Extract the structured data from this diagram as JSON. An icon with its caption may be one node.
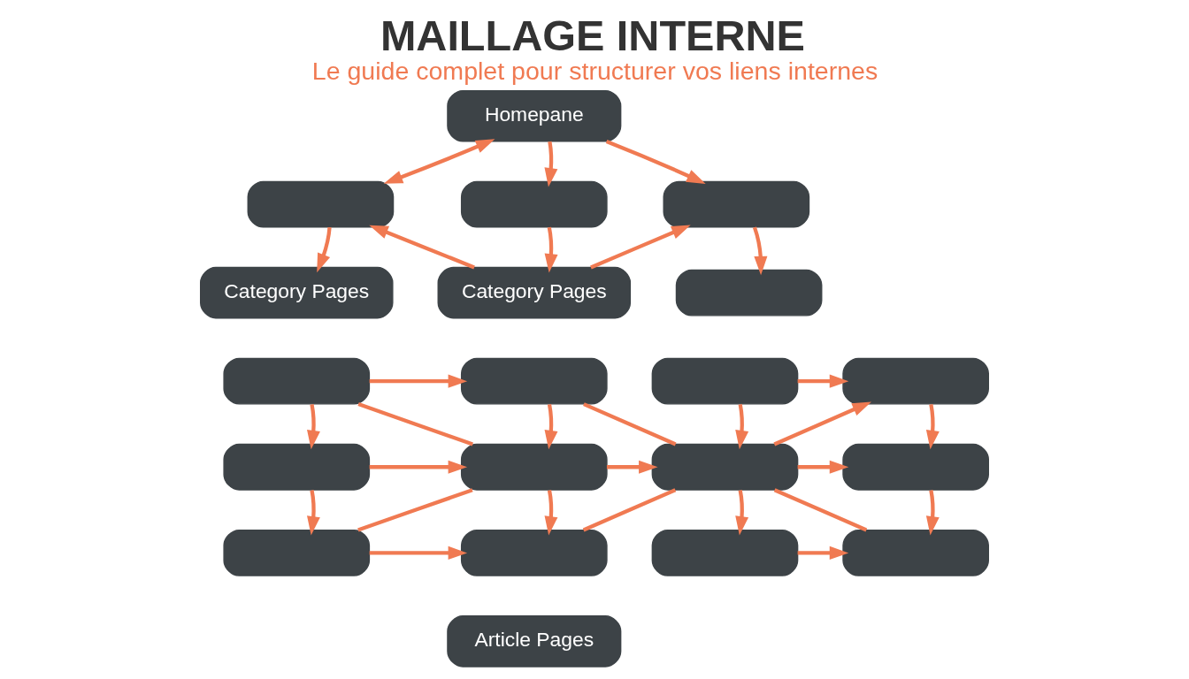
{
  "diagram": {
    "title": "MAILLAGE INTERNE",
    "caption": "Le guide complet pour structurer vos liens internes",
    "nodes": [
      {
        "text": [
          "Homepane"
        ]
      },
      {
        "text": [],
        "shape": "box"
      },
      {
        "text": [],
        "shape": "box"
      },
      {
        "text": [],
        "shape": "box"
      },
      {
        "text": [
          "Category Pages"
        ]
      },
      {
        "text": [
          "Category Pages"
        ]
      },
      {
        "text": [],
        "shape": "box"
      },
      {
        "text": [],
        "shape": "box"
      },
      {
        "text": [],
        "shape": "box"
      },
      {
        "text": [],
        "shape": "box"
      },
      {
        "text": [],
        "shape": "box"
      },
      {
        "text": [],
        "shape": "box"
      },
      {
        "text": [],
        "shape": "box"
      },
      {
        "text": [],
        "shape": "box"
      },
      {
        "text": [],
        "shape": "box"
      },
      {
        "text": [],
        "shape": "box"
      },
      {
        "text": [],
        "shape": "box"
      },
      {
        "text": [],
        "shape": "box"
      },
      {
        "text": [],
        "shape": "box"
      },
      {
        "text": [
          "Article Pages"
        ]
      }
    ],
    "edges": [
      {
        "from": 0,
        "to": 1,
        "arrow": "both"
      },
      {
        "from": 0,
        "to": 2,
        "arrow": "to"
      },
      {
        "from": 0,
        "to": 3,
        "arrow": "to"
      },
      {
        "from": 1,
        "to": 4,
        "arrow": "to"
      },
      {
        "from": 2,
        "to": 5,
        "arrow": "to"
      },
      {
        "from": 3,
        "to": 6,
        "arrow": "to"
      },
      {
        "from": 5,
        "to": 1,
        "arrow": "to"
      },
      {
        "from": 5,
        "to": 3,
        "arrow": "to"
      },
      {
        "from": 7,
        "to": 8,
        "arrow": "to"
      },
      {
        "from": 9,
        "to": 10,
        "arrow": "to"
      },
      {
        "from": 7,
        "to": 11,
        "arrow": "to"
      },
      {
        "from": 8,
        "to": 12,
        "arrow": "to"
      },
      {
        "from": 9,
        "to": 13,
        "arrow": "to"
      },
      {
        "from": 10,
        "to": 14,
        "arrow": "to"
      },
      {
        "from": 7,
        "to": 12,
        "arrow": "none"
      },
      {
        "from": 8,
        "to": 13,
        "arrow": "none"
      },
      {
        "from": 13,
        "to": 10,
        "arrow": "to"
      },
      {
        "from": 11,
        "to": 12,
        "arrow": "to"
      },
      {
        "from": 12,
        "to": 13,
        "arrow": "to"
      },
      {
        "from": 13,
        "to": 14,
        "arrow": "to"
      },
      {
        "from": 11,
        "to": 15,
        "arrow": "to"
      },
      {
        "from": 12,
        "to": 16,
        "arrow": "to"
      },
      {
        "from": 13,
        "to": 17,
        "arrow": "to"
      },
      {
        "from": 14,
        "to": 18,
        "arrow": "to"
      },
      {
        "from": 15,
        "to": 12,
        "arrow": "none"
      },
      {
        "from": 16,
        "to": 13,
        "arrow": "none"
      },
      {
        "from": 13,
        "to": 18,
        "arrow": "none"
      },
      {
        "from": 15,
        "to": 16,
        "arrow": "to"
      },
      {
        "from": 17,
        "to": 18,
        "arrow": "to"
      }
    ]
  }
}
